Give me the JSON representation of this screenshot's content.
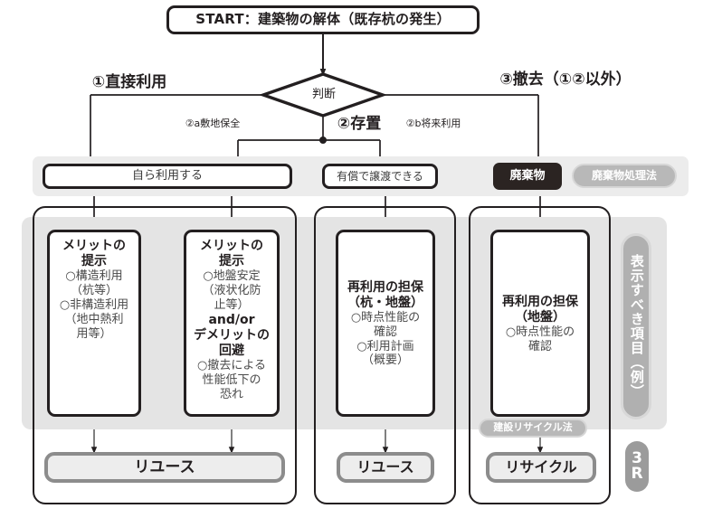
{
  "diagram": {
    "title_node": "START：建築物の解体（既存杭の発生）",
    "decision": "判断",
    "branches": {
      "b1": "①直接利用",
      "b2": "②存置",
      "b3": "③撤去（①②以外）",
      "b2a": "②a敷地保全",
      "b2b": "②b将来利用"
    },
    "row2": {
      "self_use": "自ら利用する",
      "sell": "有償で譲渡できる",
      "waste": "廃棄物",
      "waste_law": "廃棄物処理法"
    },
    "cards": [
      {
        "heading": "メリットの\n提示",
        "body": "○構造利用\n（杭等）\n○非構造利用\n（地中熱利\n用等）"
      },
      {
        "heading": "メリットの\n提示",
        "body": "○地盤安定\n（液状化防\n止等）",
        "mid": "and/or",
        "heading2": "デメリットの\n回避",
        "body2": "○撤去による\n性能低下の\n恐れ"
      },
      {
        "heading": "再利用の担保\n（杭・地盤）",
        "body": "○時点性能の\n確認\n○利用計画\n（概要）"
      },
      {
        "heading": "再利用の担保\n（地盤）",
        "body": "○時点性能の\n確認"
      }
    ],
    "results": {
      "reuse_a": "リユース",
      "reuse_b": "リユース",
      "recycle": "リサイクル",
      "recycle_law": "建設リサイクル法"
    },
    "side": {
      "vertical_tag": "表示すべき項目（例）",
      "three": "3",
      "r": "R"
    },
    "colors": {
      "ink": "#231f20",
      "band_gray": "#ececec",
      "panel_gray": "#e4e4e4",
      "pill_gray": "#b8b8b8",
      "result_border": "#8c8c8c",
      "waste_black": "#2b2422"
    }
  }
}
